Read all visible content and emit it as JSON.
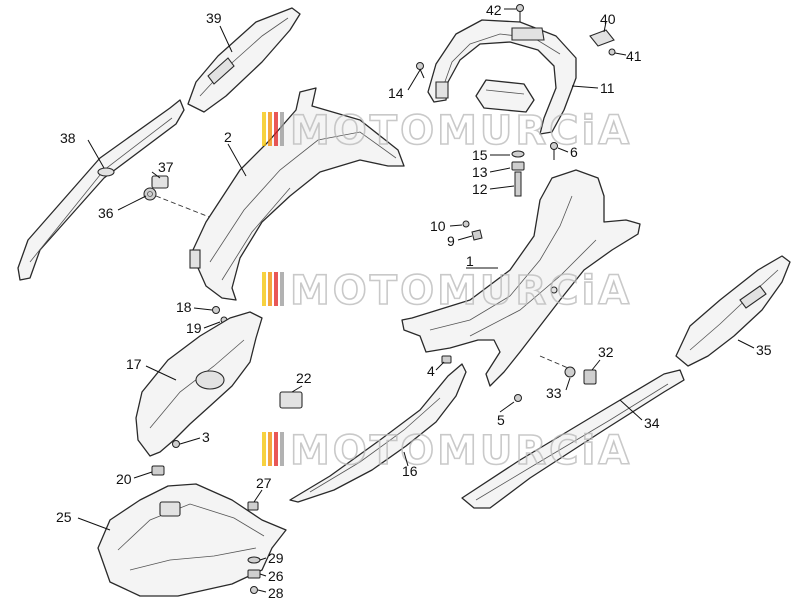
{
  "watermark": {
    "text": "MOTOMURCiA",
    "stripe_colors": [
      "#f5c400",
      "#f08a00",
      "#e21f1f",
      "#999999"
    ]
  },
  "callouts": [
    "1",
    "2",
    "3",
    "4",
    "5",
    "6",
    "9",
    "10",
    "11",
    "12",
    "13",
    "14",
    "15",
    "16",
    "17",
    "18",
    "19",
    "20",
    "22",
    "25",
    "26",
    "27",
    "28",
    "29",
    "32",
    "33",
    "34",
    "35",
    "36",
    "37",
    "38",
    "39",
    "40",
    "41",
    "42"
  ]
}
